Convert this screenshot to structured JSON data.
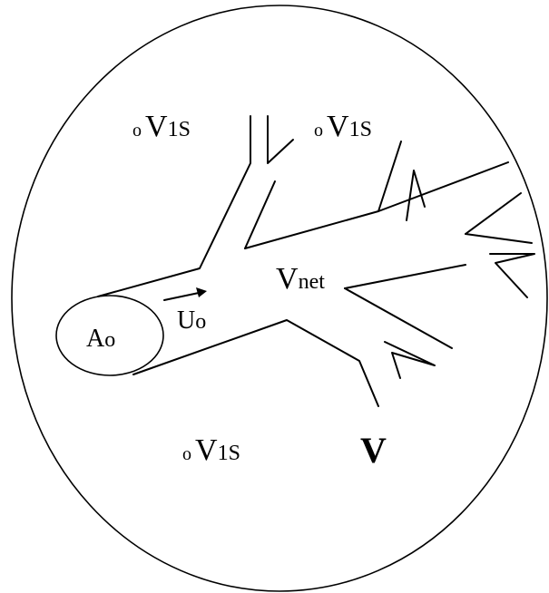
{
  "labels": {
    "v1s_top_left": {
      "prefix": "o",
      "main": "V",
      "sub": "1S"
    },
    "v1s_top_right": {
      "prefix": "o",
      "main": "V",
      "sub": "1S"
    },
    "v1s_bottom": {
      "prefix": "o",
      "main": "V",
      "sub": "1S"
    },
    "v_net": {
      "main": "V",
      "sub": "net"
    },
    "ao": {
      "main": "A",
      "sub": "o"
    },
    "uo": {
      "main": "U",
      "sub": "o"
    },
    "v_bold": "V"
  }
}
